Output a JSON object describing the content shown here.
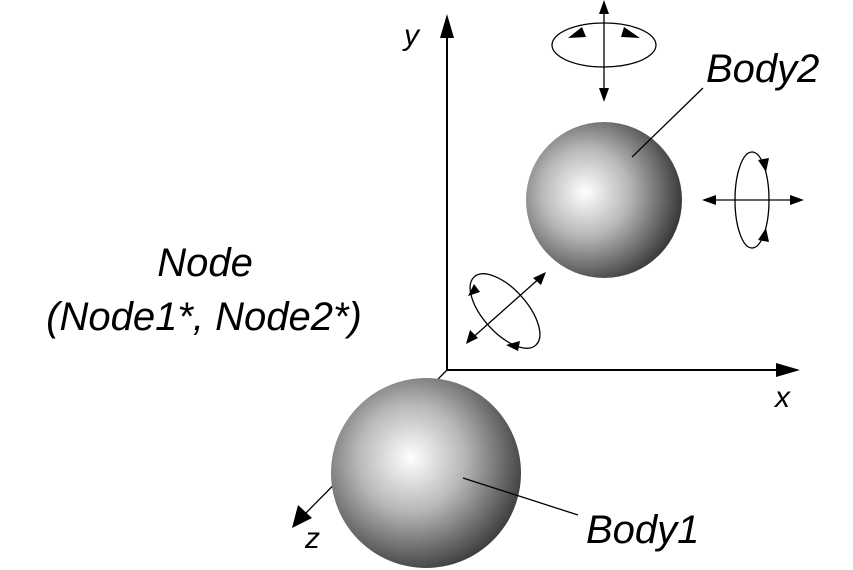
{
  "axes": {
    "x_label": "x",
    "y_label": "y",
    "z_label": "z"
  },
  "node": {
    "title": "Node",
    "subtitle": "(Node1*, Node2*)"
  },
  "bodies": [
    {
      "label": "Body1"
    },
    {
      "label": "Body2"
    }
  ],
  "colors": {
    "stroke": "#000000",
    "sphere_light": "#ffffff",
    "sphere_mid": "#b4b4b4",
    "sphere_dark": "#3c3c3c"
  }
}
